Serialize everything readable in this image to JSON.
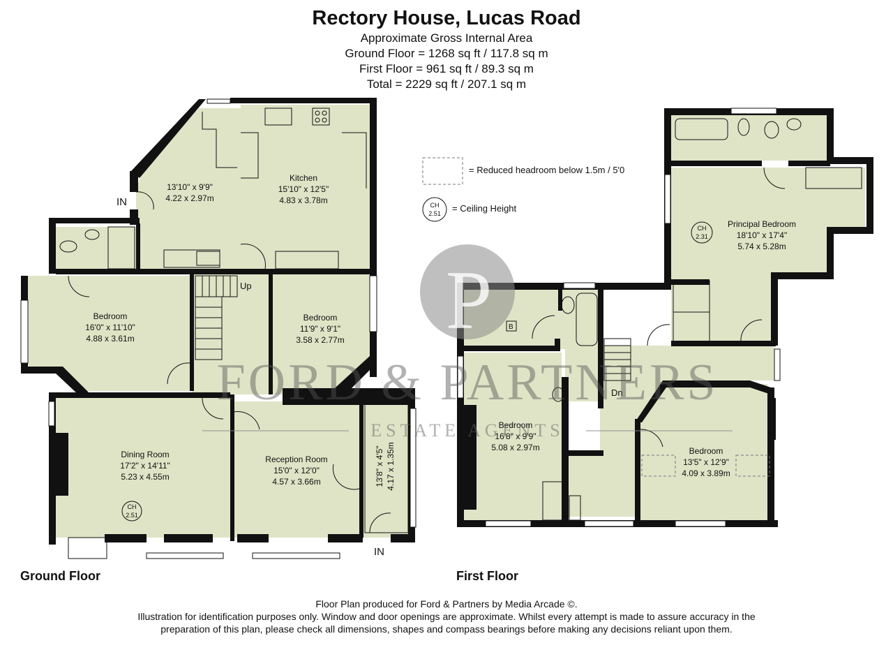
{
  "header": {
    "title": "Rectory House, Lucas Road",
    "area_heading": "Approximate Gross Internal Area",
    "ground_floor_area": "Ground Floor = 1268 sq ft / 117.8 sq m",
    "first_floor_area": "First Floor = 961 sq ft / 89.3 sq m",
    "total_area": "Total = 2229 sq ft / 207.1 sq m"
  },
  "legend": {
    "reduced_headroom": "= Reduced headroom below 1.5m / 5'0",
    "ceiling_height": "= Ceiling Height",
    "ch_badge_top": "CH",
    "ch_badge_value": "2.51"
  },
  "watermark": {
    "logo_letter": "P",
    "brand": "FORD & PARTNERS",
    "tagline": "ESTATE AGENTS"
  },
  "ground_floor": {
    "label": "Ground Floor",
    "entrance_top": "IN",
    "entrance_bottom": "IN",
    "stairs_label": "Up",
    "rooms": {
      "breakfast": {
        "imperial": "13'10\" x 9'9\"",
        "metric": "4.22 x 2.97m"
      },
      "kitchen": {
        "name": "Kitchen",
        "imperial": "15'10\" x 12'5\"",
        "metric": "4.83 x 3.78m"
      },
      "bedroom_west": {
        "name": "Bedroom",
        "imperial": "16'0\" x 11'10\"",
        "metric": "4.88 x 3.61m"
      },
      "bedroom_east": {
        "name": "Bedroom",
        "imperial": "11'9\" x 9'1\"",
        "metric": "3.58 x 2.77m"
      },
      "dining": {
        "name": "Dining Room",
        "imperial": "17'2\" x 14'11\"",
        "metric": "5.23 x 4.55m",
        "ch_label": "CH",
        "ch_value": "2.51"
      },
      "reception": {
        "name": "Reception Room",
        "imperial": "15'0\" x 12'0\"",
        "metric": "4.57 x 3.66m"
      },
      "porch": {
        "imperial": "13'8\" x 4'5\"",
        "metric": "4.17 x 1.35m"
      }
    }
  },
  "first_floor": {
    "label": "First Floor",
    "stairs_label": "Dn",
    "boiler_label": "B",
    "rooms": {
      "principal": {
        "name": "Principal Bedroom",
        "imperial": "18'10\" x 17'4\"",
        "metric": "5.74 x 5.28m",
        "ch_label": "CH",
        "ch_value": "2.31"
      },
      "bedroom_west": {
        "name": "Bedroom",
        "imperial": "16'8\" x 9'9\"",
        "metric": "5.08 x 2.97m"
      },
      "bedroom_east": {
        "name": "Bedroom",
        "imperial": "13'5\" x 12'9\"",
        "metric": "4.09 x 3.89m"
      }
    }
  },
  "footer": {
    "line1": "Floor Plan produced for Ford & Partners by Media Arcade ©.",
    "line2": "Illustration for identification purposes only. Window and door openings are approximate. Whilst every attempt is made to assure accuracy in the",
    "line3": "preparation of this plan, please check all dimensions, shapes and compass bearings before making any decisions reliant upon them."
  },
  "colors": {
    "room_fill": "#dfe4c6",
    "wall": "#111111",
    "watermark": "#8a8a8a"
  }
}
